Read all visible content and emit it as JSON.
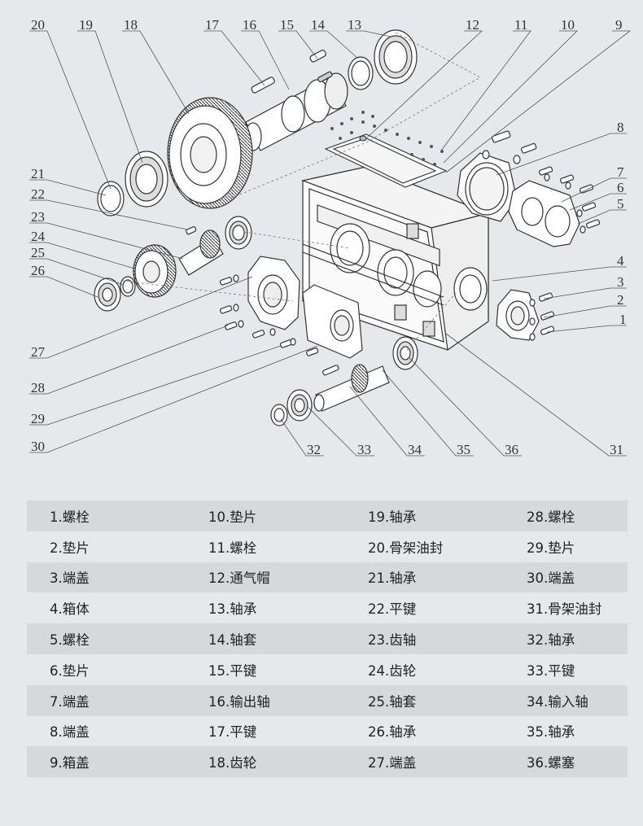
{
  "callouts": [
    "1",
    "2",
    "3",
    "4",
    "5",
    "6",
    "7",
    "8",
    "9",
    "10",
    "11",
    "12",
    "13",
    "14",
    "15",
    "16",
    "17",
    "18",
    "19",
    "20",
    "21",
    "22",
    "23",
    "24",
    "25",
    "26",
    "27",
    "28",
    "29",
    "30",
    "31",
    "32",
    "33",
    "34",
    "35",
    "36"
  ],
  "parts_table": [
    [
      "1.螺栓",
      "10.垫片",
      "19.轴承",
      "28.螺栓"
    ],
    [
      "2.垫片",
      "11.螺栓",
      "20.骨架油封",
      "29.垫片"
    ],
    [
      "3.端盖",
      "12.通气帽",
      "21.轴承",
      "30.端盖"
    ],
    [
      "4.箱体",
      "13.轴承",
      "22.平键",
      "31.骨架油封"
    ],
    [
      "5.螺栓",
      "14.轴套",
      "23.齿轴",
      "32.轴承"
    ],
    [
      "6.垫片",
      "15.平键",
      "24.齿轮",
      "33.平键"
    ],
    [
      "7.端盖",
      "16.输出轴",
      "25.轴套",
      "34.输入轴"
    ],
    [
      "8.端盖",
      "17.平键",
      "26.轴承",
      "35.轴承"
    ],
    [
      "9.箱盖",
      "18.齿轮",
      "27.端盖",
      "36.螺塞"
    ]
  ]
}
